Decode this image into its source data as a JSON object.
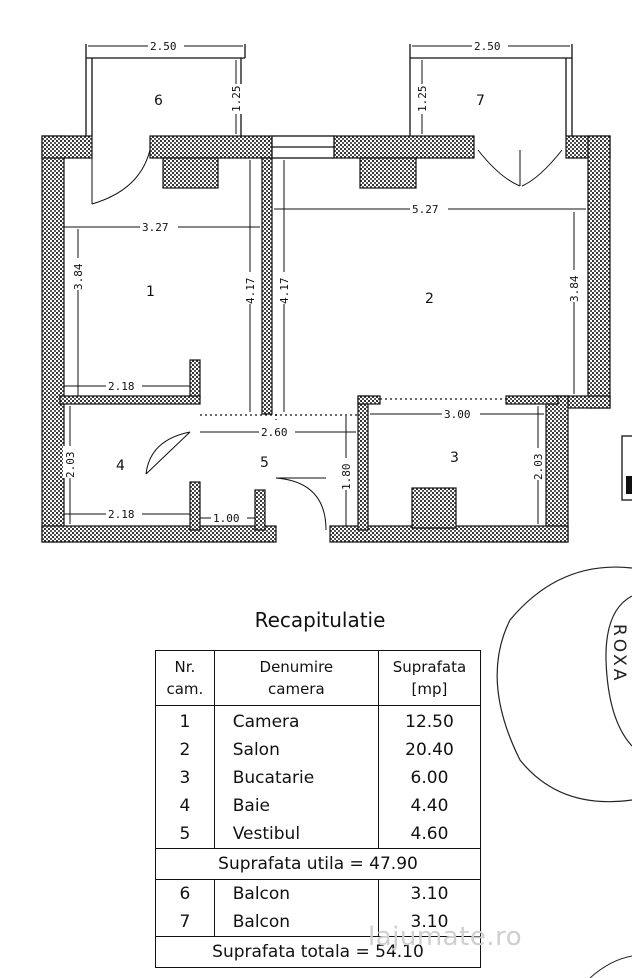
{
  "plan": {
    "rooms": [
      {
        "nr": "1",
        "label": "1"
      },
      {
        "nr": "2",
        "label": "2"
      },
      {
        "nr": "3",
        "label": "3"
      },
      {
        "nr": "4",
        "label": "4"
      },
      {
        "nr": "5",
        "label": "5"
      },
      {
        "nr": "6",
        "label": "6"
      },
      {
        "nr": "7",
        "label": "7"
      }
    ],
    "dimensions": {
      "balcony6_width": "2.50",
      "balcony7_width": "2.50",
      "balcony6_depth": "1.25",
      "balcony7_depth": "1.25",
      "room1_width": "3.27",
      "room2_width": "5.27",
      "room1_height": "3.84",
      "room2_height": "3.84",
      "wall_left_height": "4.17",
      "wall_right_height": "4.17",
      "bath_top_width": "2.18",
      "bath_bottom_width": "2.18",
      "bath_height": "2.03",
      "hall_width": "2.60",
      "hall_door": "1.00",
      "hall_height": "1.80",
      "kitchen_width": "3.00",
      "kitchen_height": "2.03"
    }
  },
  "recap": {
    "title": "Recapitulatie",
    "headers": {
      "nr_line1": "Nr.",
      "nr_line2": "cam.",
      "name_line1": "Denumire",
      "name_line2": "camera",
      "area_line1": "Suprafata",
      "area_line2": "[mp]"
    },
    "rooms": [
      {
        "nr": "1",
        "name": "Camera",
        "area": "12.50"
      },
      {
        "nr": "2",
        "name": "Salon",
        "area": "20.40"
      },
      {
        "nr": "3",
        "name": "Bucatarie",
        "area": "6.00"
      },
      {
        "nr": "4",
        "name": "Baie",
        "area": "4.40"
      },
      {
        "nr": "5",
        "name": "Vestibul",
        "area": "4.60"
      }
    ],
    "useful_area": "Suprafata utila = 47.90",
    "balconies": [
      {
        "nr": "6",
        "name": "Balcon",
        "area": "3.10"
      },
      {
        "nr": "7",
        "name": "Balcon",
        "area": "3.10"
      }
    ],
    "total_area": "Suprafata totala = 54.10"
  },
  "stamp": {
    "text": "ROXA"
  },
  "watermark": "lajumate.ro",
  "colors": {
    "ink": "#111111",
    "paper": "#ffffff",
    "watermark": "#cfcfcf"
  }
}
